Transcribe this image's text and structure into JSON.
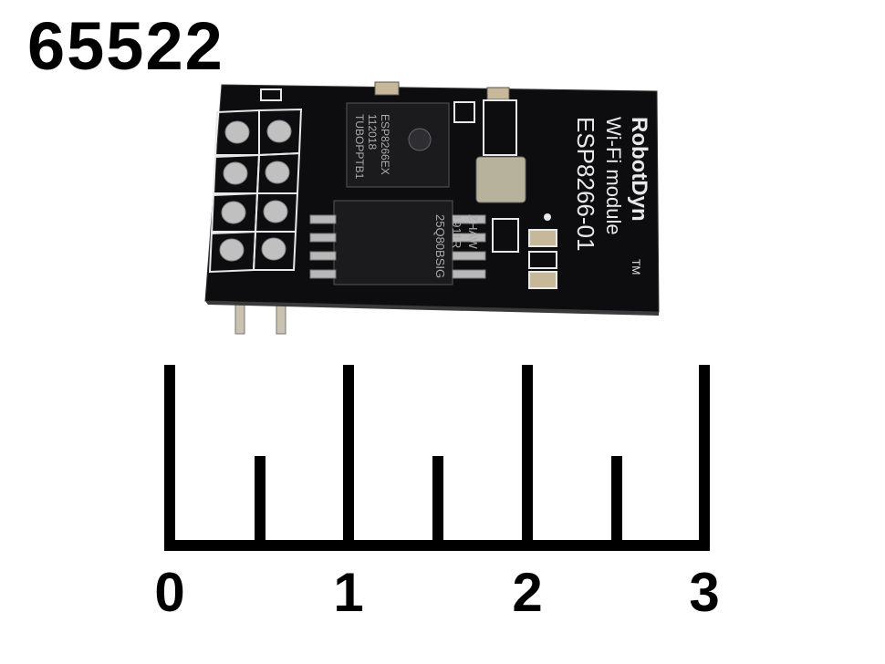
{
  "product_code": "65522",
  "board": {
    "brand": "RobotDyn",
    "trademark": "TM",
    "line1": "Wi-Fi module",
    "line2": "ESP8266-01",
    "chip_main": [
      "ESP8266EX",
      "112018",
      "TUBOPPTB1"
    ],
    "chip_flash": [
      "25Q80BSIG",
      "1911R",
      "ZHAW"
    ],
    "colors": {
      "pcb": "#0d0d0f",
      "silkscreen": "#e8e8e8",
      "chip": "#1b1b1e",
      "pin": "#c9c2b0",
      "crystal": "#b7b29c"
    }
  },
  "scale": {
    "unit_ticks": [
      "0",
      "1",
      "2",
      "3"
    ],
    "color": "#000000"
  }
}
